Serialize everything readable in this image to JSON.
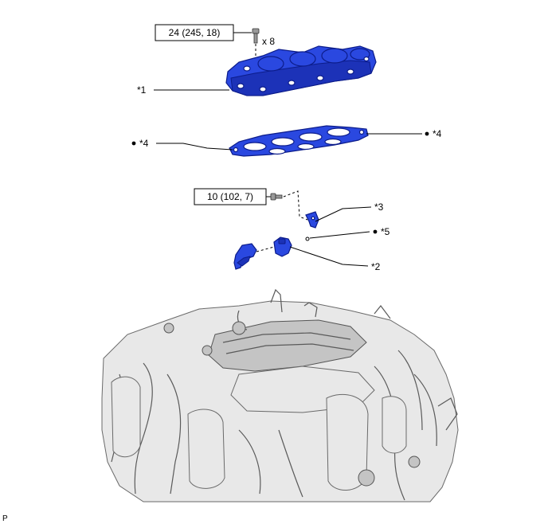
{
  "diagram": {
    "torque_upper": "24 (245, 18)",
    "torque_lower": "10 (102, 7)",
    "quantity_label": "x 8",
    "callouts": {
      "part1": "*1",
      "part2": "*2",
      "part3": "*3",
      "part4_left": "*4",
      "part4_right": "*4",
      "part5": "*5"
    },
    "corner_code": "P"
  },
  "colors": {
    "part_highlight": "#2a48e0",
    "engine_grey": "#e8e8e8"
  }
}
